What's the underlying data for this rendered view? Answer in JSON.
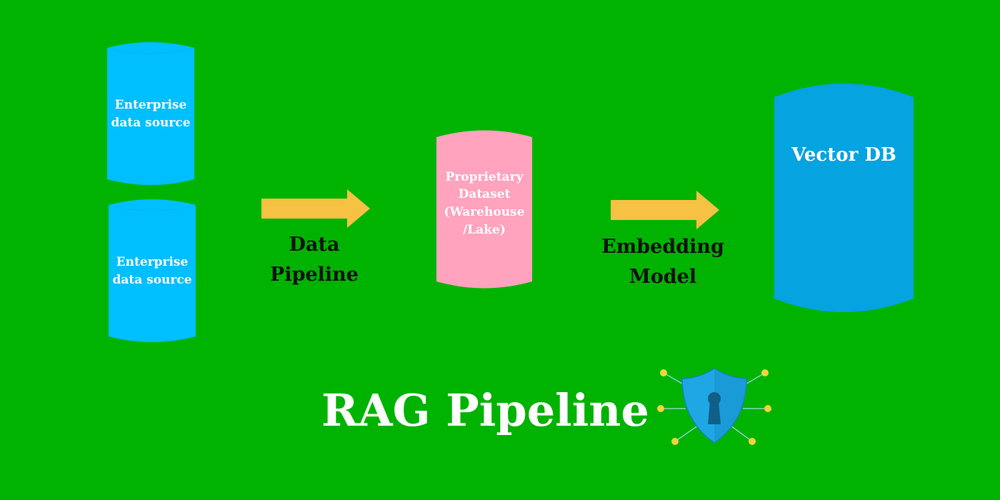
{
  "diagram": {
    "sources": [
      {
        "label_line1": "Enterprise",
        "label_line2": "data source"
      },
      {
        "label_line1": "Enterprise",
        "label_line2": "data source"
      }
    ],
    "steps": [
      {
        "line1": "Data",
        "line2": "Pipeline"
      },
      {
        "line1": "Embedding",
        "line2": "Model"
      }
    ],
    "dataset": {
      "line1": "Proprietary",
      "line2": "Dataset",
      "line3": "(Warehouse",
      "line4": "/Lake)"
    },
    "target": {
      "label": "Vector DB"
    },
    "title": "RAG Pipeline"
  },
  "colors": {
    "background": "#00b300",
    "source_cylinder": "#00bfff",
    "dataset_cylinder": "#ffa3bf",
    "vector_db_cylinder": "#05a3e0",
    "arrow": "#f7c143",
    "shield": "#1ea7e4",
    "shield_node": "#f5d33b"
  },
  "icons": {
    "security": "shield-keyhole-icon"
  }
}
